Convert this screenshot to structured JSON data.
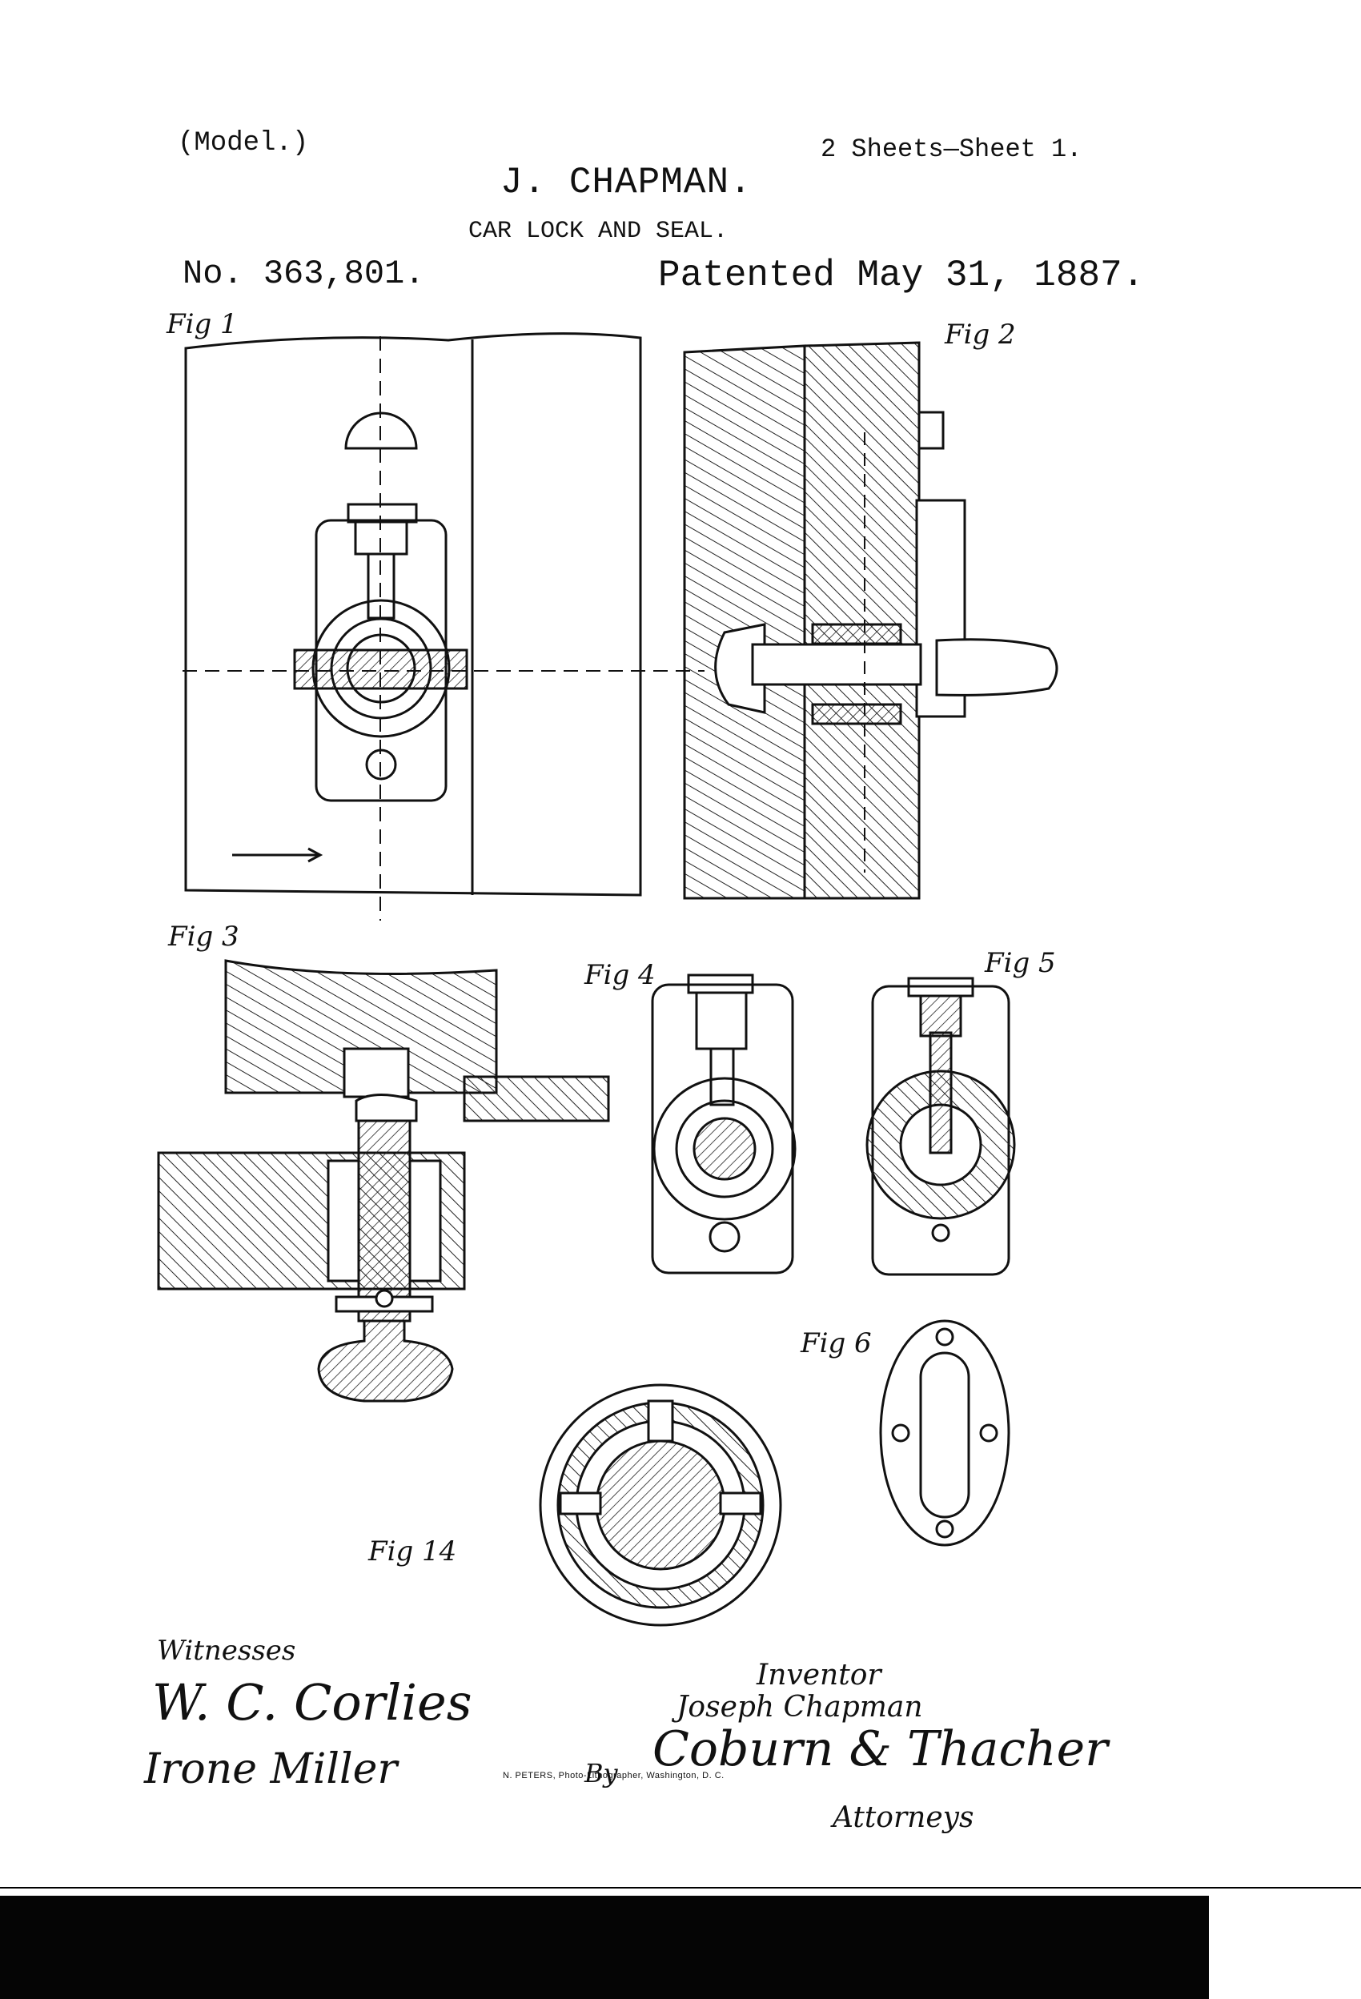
{
  "header": {
    "model": "(Model.)",
    "sheets": "2 Sheets—Sheet 1.",
    "inventor_name": "J. CHAPMAN.",
    "title": "CAR LOCK AND SEAL.",
    "patent_no": "No. 363,801.",
    "patented": "Patented May 31, 1887."
  },
  "figures": {
    "fig1": "Fig 1",
    "fig2": "Fig 2",
    "fig3": "Fig 3",
    "fig4": "Fig 4",
    "fig5": "Fig 5",
    "fig6": "Fig 6",
    "fig14": "Fig 14"
  },
  "signatures": {
    "witnesses_label": "Witnesses",
    "witness_1": "W. C. Corlies",
    "witness_2": "Irone Miller",
    "inventor_label": "Inventor",
    "inventor": "Joseph Chapman",
    "by": "By",
    "attorneys_sig": "Coburn & Thacher",
    "attorneys_label": "Attorneys"
  },
  "printer": "N. PETERS, Photo-Lithographer, Washington, D. C."
}
